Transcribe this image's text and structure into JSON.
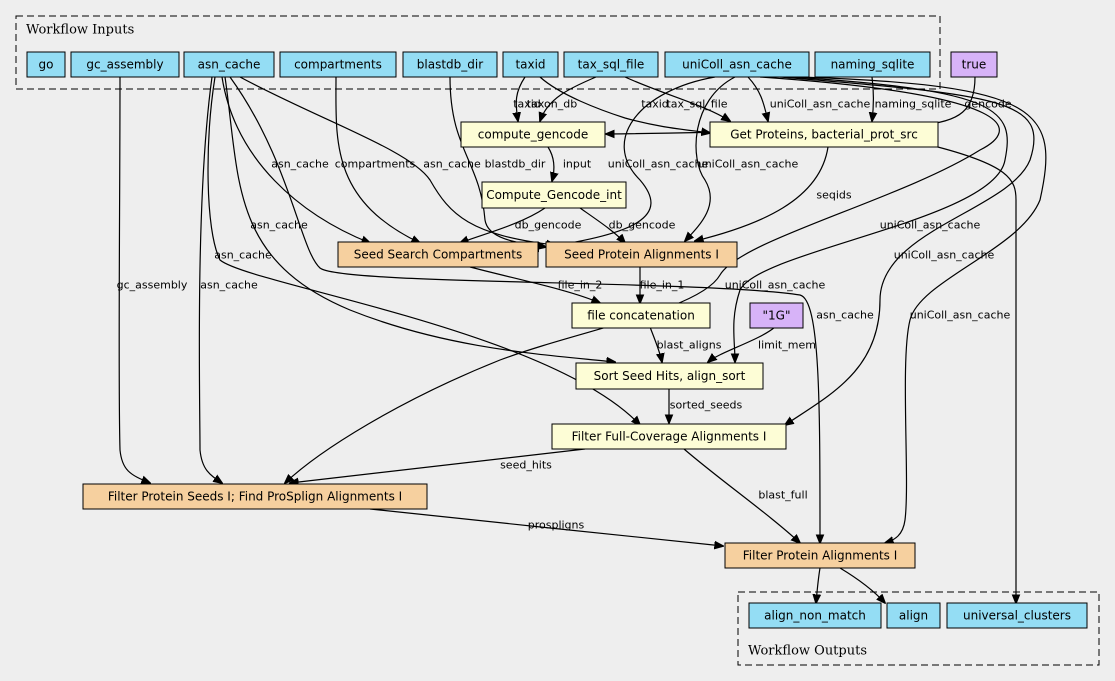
{
  "colors": {
    "input": "#94ddf4",
    "literal": "#d7b3f8",
    "step": "#fdfdd6",
    "subworkflow": "#f6d09f",
    "output": "#94ddf4",
    "background": "#eeeeee"
  },
  "clusters": {
    "inputs": "Workflow Inputs",
    "outputs": "Workflow Outputs"
  },
  "nodes": {
    "go": "go",
    "gc_assembly": "gc_assembly",
    "asn_cache": "asn_cache",
    "compartments": "compartments",
    "blastdb_dir": "blastdb_dir",
    "taxid": "taxid",
    "tax_sql_file": "tax_sql_file",
    "uniColl_asn_cache": "uniColl_asn_cache",
    "naming_sqlite": "naming_sqlite",
    "true_lit": "true",
    "compute_gencode": "compute_gencode",
    "get_proteins": "Get Proteins, bacterial_prot_src",
    "compute_gencode_int": "Compute_Gencode_int",
    "seed_search": "Seed Search Compartments",
    "seed_protein": "Seed Protein Alignments I",
    "file_concat": "file concatenation",
    "mem_lit": "\"1G\"",
    "sort_seed": "Sort Seed Hits, align_sort",
    "filter_full": "Filter Full-Coverage Alignments I",
    "filter_seeds": "Filter Protein Seeds I; Find ProSplign Alignments I",
    "filter_align": "Filter Protein Alignments I",
    "align_non_match": "align_non_match",
    "align": "align",
    "universal_clusters": "universal_clusters"
  },
  "edge_labels": {
    "taxid_cg": "taxid",
    "taxon_db": "taxon_db",
    "taxid_gp": "taxid",
    "tax_sql_file": "tax_sql_file",
    "unicoll_gp": "uniColl_asn_cache",
    "naming_sqlite": "naming_sqlite",
    "gencode": "gencode",
    "asn_ss": "asn_cache",
    "compartments": "compartments",
    "asn_sp": "asn_cache",
    "blastdb_dir": "blastdb_dir",
    "input": "input",
    "unicoll_ss": "uniColl_asn_cache",
    "unicoll_sp": "uniColl_asn_cache",
    "seqids": "seqids",
    "db_gencode_ss": "db_gencode",
    "db_gencode_sp": "db_gencode",
    "asn_ff": "asn_cache",
    "unicoll_ff": "uniColl_asn_cache",
    "asn_sort": "asn_cache",
    "unicoll_sort": "uniColl_asn_cache",
    "gc_assembly": "gc_assembly",
    "asn_fs": "asn_cache",
    "file_in_2": "file_in_2",
    "file_in_1": "file_in_1",
    "unicoll_fs": "uniColl_asn_cache",
    "asn_fa": "asn_cache",
    "unicoll_fa": "uniColl_asn_cache",
    "blast_aligns": "blast_aligns",
    "limit_mem": "limit_mem",
    "sorted_seeds": "sorted_seeds",
    "seed_hits": "seed_hits",
    "blast_full": "blast_full",
    "prospligns": "prospligns"
  }
}
